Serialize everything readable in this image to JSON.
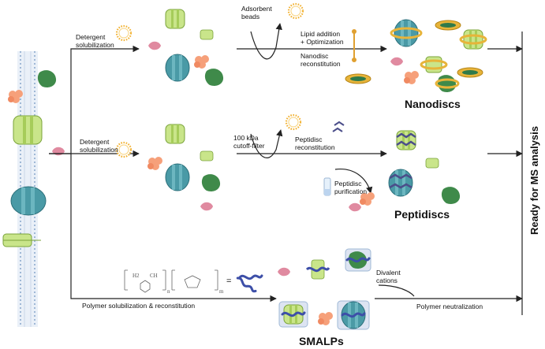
{
  "labels": {
    "detergent_top": "Detergent\nsolubilization",
    "adsorbent": "Adsorbent\nbeads",
    "lipid_addition": "Lipid addition\n+ Optimization",
    "nanodisc_reconst": "Nanodisc\nreconstitution",
    "nanodiscs": "Nanodiscs",
    "detergent_mid": "Detergent\nsolubilization",
    "cutoff": "100 kDa\ncutoff-filter",
    "peptidisc_reconst": "Peptidisc\nreconstitution",
    "peptidisc_purif": "Peptidisc\npurification",
    "peptidiscs": "Peptidiscs",
    "polymer_solub": "Polymer solubilization & reconstitution",
    "divalent": "Divalent\ncations",
    "polymer_neutral": "Polymer neutralization",
    "smalps": "SMALPs",
    "ready": "Ready for MS analysis",
    "formula_n": "n",
    "formula_m": "m",
    "formula_ch": "CH",
    "formula_h2": "H2",
    "formula_eq": "="
  },
  "colors": {
    "membrane": "#9fb8d6",
    "light_green": "#c9e58a",
    "dark_green": "#3f8a4a",
    "teal": "#4a9aa6",
    "orange": "#f6a07a",
    "pink": "#e08aa0",
    "detergent": "#f2b233",
    "scaffold": "#e7b43a",
    "peptide": "#4b4e8a",
    "polymer": "#3d4fa8",
    "arrow": "#222222"
  }
}
